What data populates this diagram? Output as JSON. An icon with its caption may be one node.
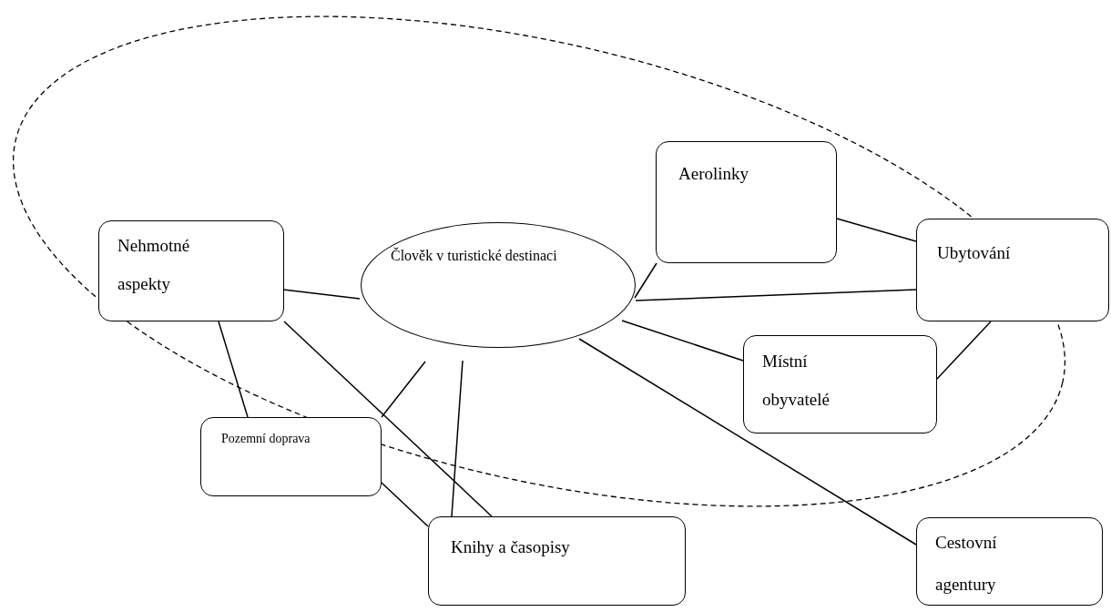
{
  "diagram": {
    "nodes": [
      {
        "text": [
          "Člověk v turistické destinaci"
        ]
      },
      {
        "text": [
          "Nehmotné aspekty"
        ]
      },
      {
        "text": [
          "Aerolinky"
        ]
      },
      {
        "text": [
          "Ubytování"
        ]
      },
      {
        "text": [
          "Místní obyvatelé"
        ]
      },
      {
        "text": [
          "Pozemní doprava"
        ]
      },
      {
        "text": [
          "Knihy a časopisy"
        ]
      },
      {
        "text": [
          "Cestovní agentury"
        ]
      }
    ],
    "edges": [
      {
        "from": 1,
        "to": 0,
        "arrow": "none"
      },
      {
        "from": 0,
        "to": 2,
        "arrow": "none"
      },
      {
        "from": 2,
        "to": 3,
        "arrow": "none"
      },
      {
        "from": 0,
        "to": 3,
        "arrow": "none"
      },
      {
        "from": 0,
        "to": 4,
        "arrow": "none"
      },
      {
        "from": 3,
        "to": 4,
        "arrow": "none"
      },
      {
        "from": 0,
        "to": 7,
        "arrow": "none"
      },
      {
        "from": 0,
        "to": 5,
        "arrow": "none"
      },
      {
        "from": 0,
        "to": 6,
        "arrow": "none"
      },
      {
        "from": 1,
        "to": 5,
        "arrow": "none"
      },
      {
        "from": 1,
        "to": 6,
        "arrow": "none"
      },
      {
        "from": 5,
        "to": 6,
        "arrow": "none"
      }
    ]
  }
}
